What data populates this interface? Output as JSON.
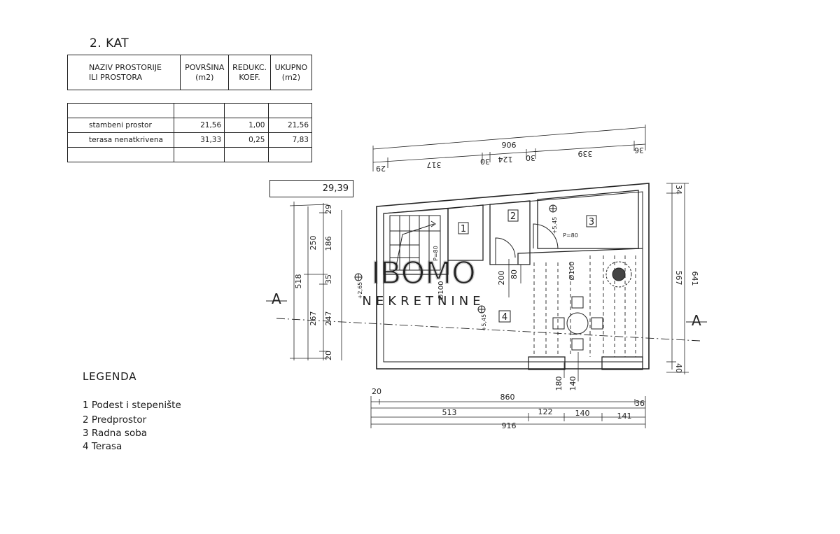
{
  "floor_title": "2. KAT",
  "table": {
    "headers": [
      [
        "NAZIV PROSTORIJE",
        "ILI PROSTORA"
      ],
      [
        "POVRŠINA",
        "(m2)"
      ],
      [
        "REDUKC.",
        "KOEF."
      ],
      [
        "UKUPNO",
        "(m2)"
      ]
    ],
    "rows": [
      {
        "name": "stambeni prostor",
        "area": "21,56",
        "coef": "1,00",
        "total": "21,56"
      },
      {
        "name": "terasa nenatkrivena",
        "area": "31,33",
        "coef": "0,25",
        "total": "7,83"
      }
    ],
    "sum": "29,39"
  },
  "legend": {
    "title": "LEGENDA",
    "items": [
      "1 Podest i stepenište",
      "2 Predprostor",
      "3 Radna soba",
      "4 Terasa"
    ]
  },
  "plan": {
    "room_numbers": [
      "1",
      "2",
      "3",
      "4"
    ],
    "section_label": "A",
    "dims_top": {
      "total": "906",
      "parts": [
        "29",
        "317",
        "30",
        "124",
        "30",
        "339",
        "36"
      ]
    },
    "dims_bottom_row1": {
      "left": "20",
      "total": "860",
      "right": "36"
    },
    "dims_bottom_row2": [
      "513",
      "122",
      "140",
      "141"
    ],
    "dims_bottom_total": "916",
    "dims_left": {
      "outer": "518",
      "mid": [
        "250",
        "267"
      ],
      "inner": [
        "29",
        "186",
        "35",
        "247",
        "20"
      ]
    },
    "dims_right": {
      "outer": "641",
      "parts": [
        "34",
        "567",
        "40"
      ]
    },
    "dims_center": {
      "v1": "200",
      "v2": "80",
      "v3": "180",
      "v4": "140"
    },
    "pipe_labels": [
      "Ø100",
      "Ø100"
    ],
    "level_labels": [
      "+2,65",
      "+5,45",
      "+5,45"
    ],
    "p_labels": [
      "P=80",
      "P=80"
    ]
  },
  "watermark": {
    "top": "IBOMO",
    "bottom": "NEKRETNINE"
  }
}
